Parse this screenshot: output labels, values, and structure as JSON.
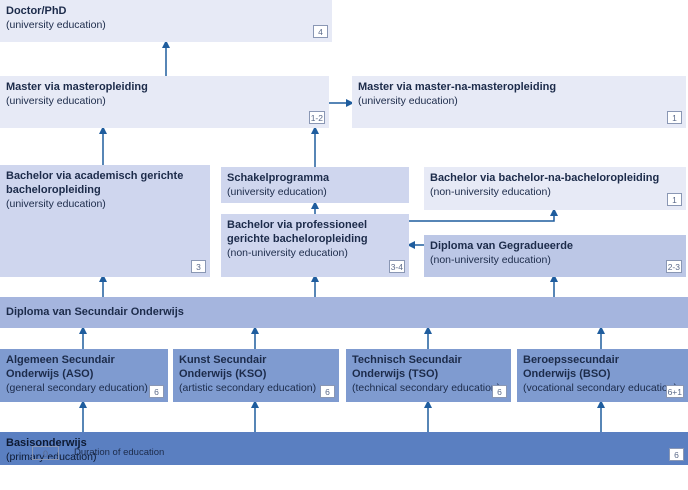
{
  "boxes": {
    "doctor": {
      "title": "Doctor/PhD",
      "sub": "(university education)",
      "duration": "4"
    },
    "master": {
      "title": "Master via masteropleiding",
      "sub": "(university education)",
      "duration": "1-2"
    },
    "master_na_master": {
      "title": "Master via master-na-masteropleiding",
      "sub": "(university education)",
      "duration": "1"
    },
    "bachelor_academic": {
      "title": "Bachelor via academisch gerichte bacheloropleiding",
      "sub": "(university education)",
      "duration": "3"
    },
    "schakelprogramma": {
      "title": "Schakelprogramma",
      "sub": "(university education)"
    },
    "bachelor_na_bachelor": {
      "title": "Bachelor via bachelor-na-bacheloropleiding",
      "sub": "(non-university education)",
      "duration": "1"
    },
    "bachelor_professional": {
      "title": "Bachelor via professioneel gerichte bacheloropleiding",
      "sub": "(non-university education)",
      "duration": "3-4"
    },
    "gegradueerde": {
      "title": "Diploma van Gegradueerde",
      "sub": "(non-university education)",
      "duration": "2-3"
    },
    "secundair": {
      "title": "Diploma van Secundair Onderwijs"
    },
    "aso": {
      "title": "Algemeen Secundair Onderwijs (ASO)",
      "sub": "(general secondary education)",
      "duration": "6"
    },
    "kso": {
      "title": "Kunst Secundair Onderwijs (KSO)",
      "sub": "(artistic secondary education)",
      "duration": "6"
    },
    "tso": {
      "title": "Technisch Secundair Onderwijs (TSO)",
      "sub": "(technical secondary education)",
      "duration": "6"
    },
    "bso": {
      "title": "Beroepssecundair Onderwijs (BSO)",
      "sub": "(vocational secondary education)",
      "duration": "6+1"
    },
    "basis": {
      "title": "Basisonderwijs",
      "sub": "(primary education)",
      "duration": "6"
    }
  },
  "legend": {
    "sample": "0",
    "label": "Duration of education"
  },
  "colors": {
    "arrow": "#1f5d9e"
  }
}
